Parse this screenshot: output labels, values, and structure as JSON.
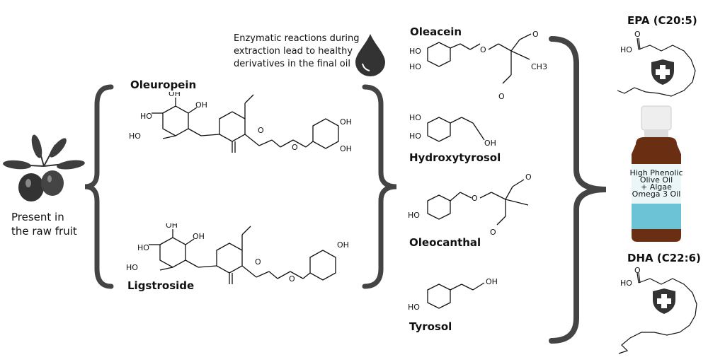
{
  "raw_fruit": {
    "caption_line1": "Present in",
    "caption_line2": "the raw fruit"
  },
  "note": {
    "line1": "Enzymatic reactions during",
    "line2": "extraction lead to healthy",
    "line3": "derivatives in the final oil"
  },
  "precursors": {
    "oleuropein": "Oleuropein",
    "ligstroside": "Ligstroside"
  },
  "derivatives": {
    "oleacein": "Oleacein",
    "hydroxytyrosol": "Hydroxytyrosol",
    "oleocanthal": "Oleocanthal",
    "tyrosol": "Tyrosol"
  },
  "omega": {
    "epa": "EPA (C20:5)",
    "dha": "DHA (C22:6)"
  },
  "bottle": {
    "line1": "High Phenolic",
    "line2": "Olive Oil",
    "line3": "+ Algae",
    "line4": "Omega 3 Oil"
  },
  "atoms": {
    "ho": "HO",
    "oh": "OH",
    "o": "O",
    "ch3": "CH3"
  },
  "colors": {
    "ink": "#111111",
    "bracket": "#444444",
    "bottle": "#6a2e12",
    "label_teal": "#6cc3d5",
    "cap": "#eeeeee"
  }
}
